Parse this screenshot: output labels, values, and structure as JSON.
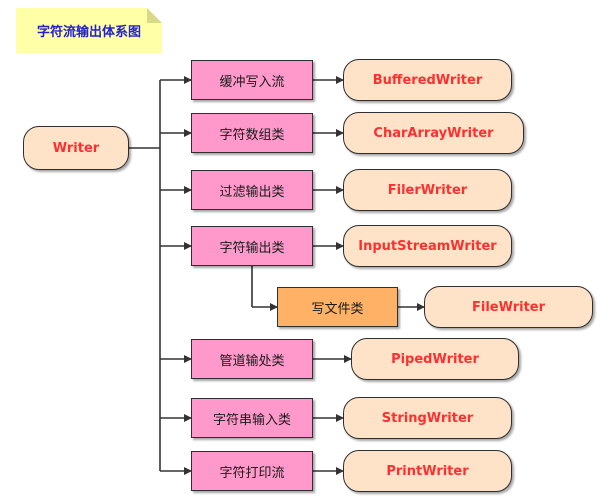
{
  "title_note": "字符流输出体系图",
  "root": "Writer",
  "categories": [
    {
      "label": "缓冲写入流",
      "impl": "BufferedWriter"
    },
    {
      "label": "字符数组类",
      "impl": "CharArrayWriter"
    },
    {
      "label": "过滤输出类",
      "impl": "FilerWriter"
    },
    {
      "label": "字符输出类",
      "impl": "InputStreamWriter"
    },
    {
      "label": "管道输处类",
      "impl": "PipedWriter"
    },
    {
      "label": "字符串输入类",
      "impl": "StringWriter"
    },
    {
      "label": "字符打印流",
      "impl": "PrintWriter"
    }
  ],
  "sub_category": {
    "label": "写文件类",
    "impl": "FileWriter"
  },
  "colors": {
    "note_bg": "#ffffa8",
    "note_text": "#2323c8",
    "category_fill": "#ff99cc",
    "sub_category_fill": "#ffb266",
    "leaf_fill": "#ffe3c8",
    "leaf_text": "#ff2f2f",
    "connector": "#333333"
  }
}
